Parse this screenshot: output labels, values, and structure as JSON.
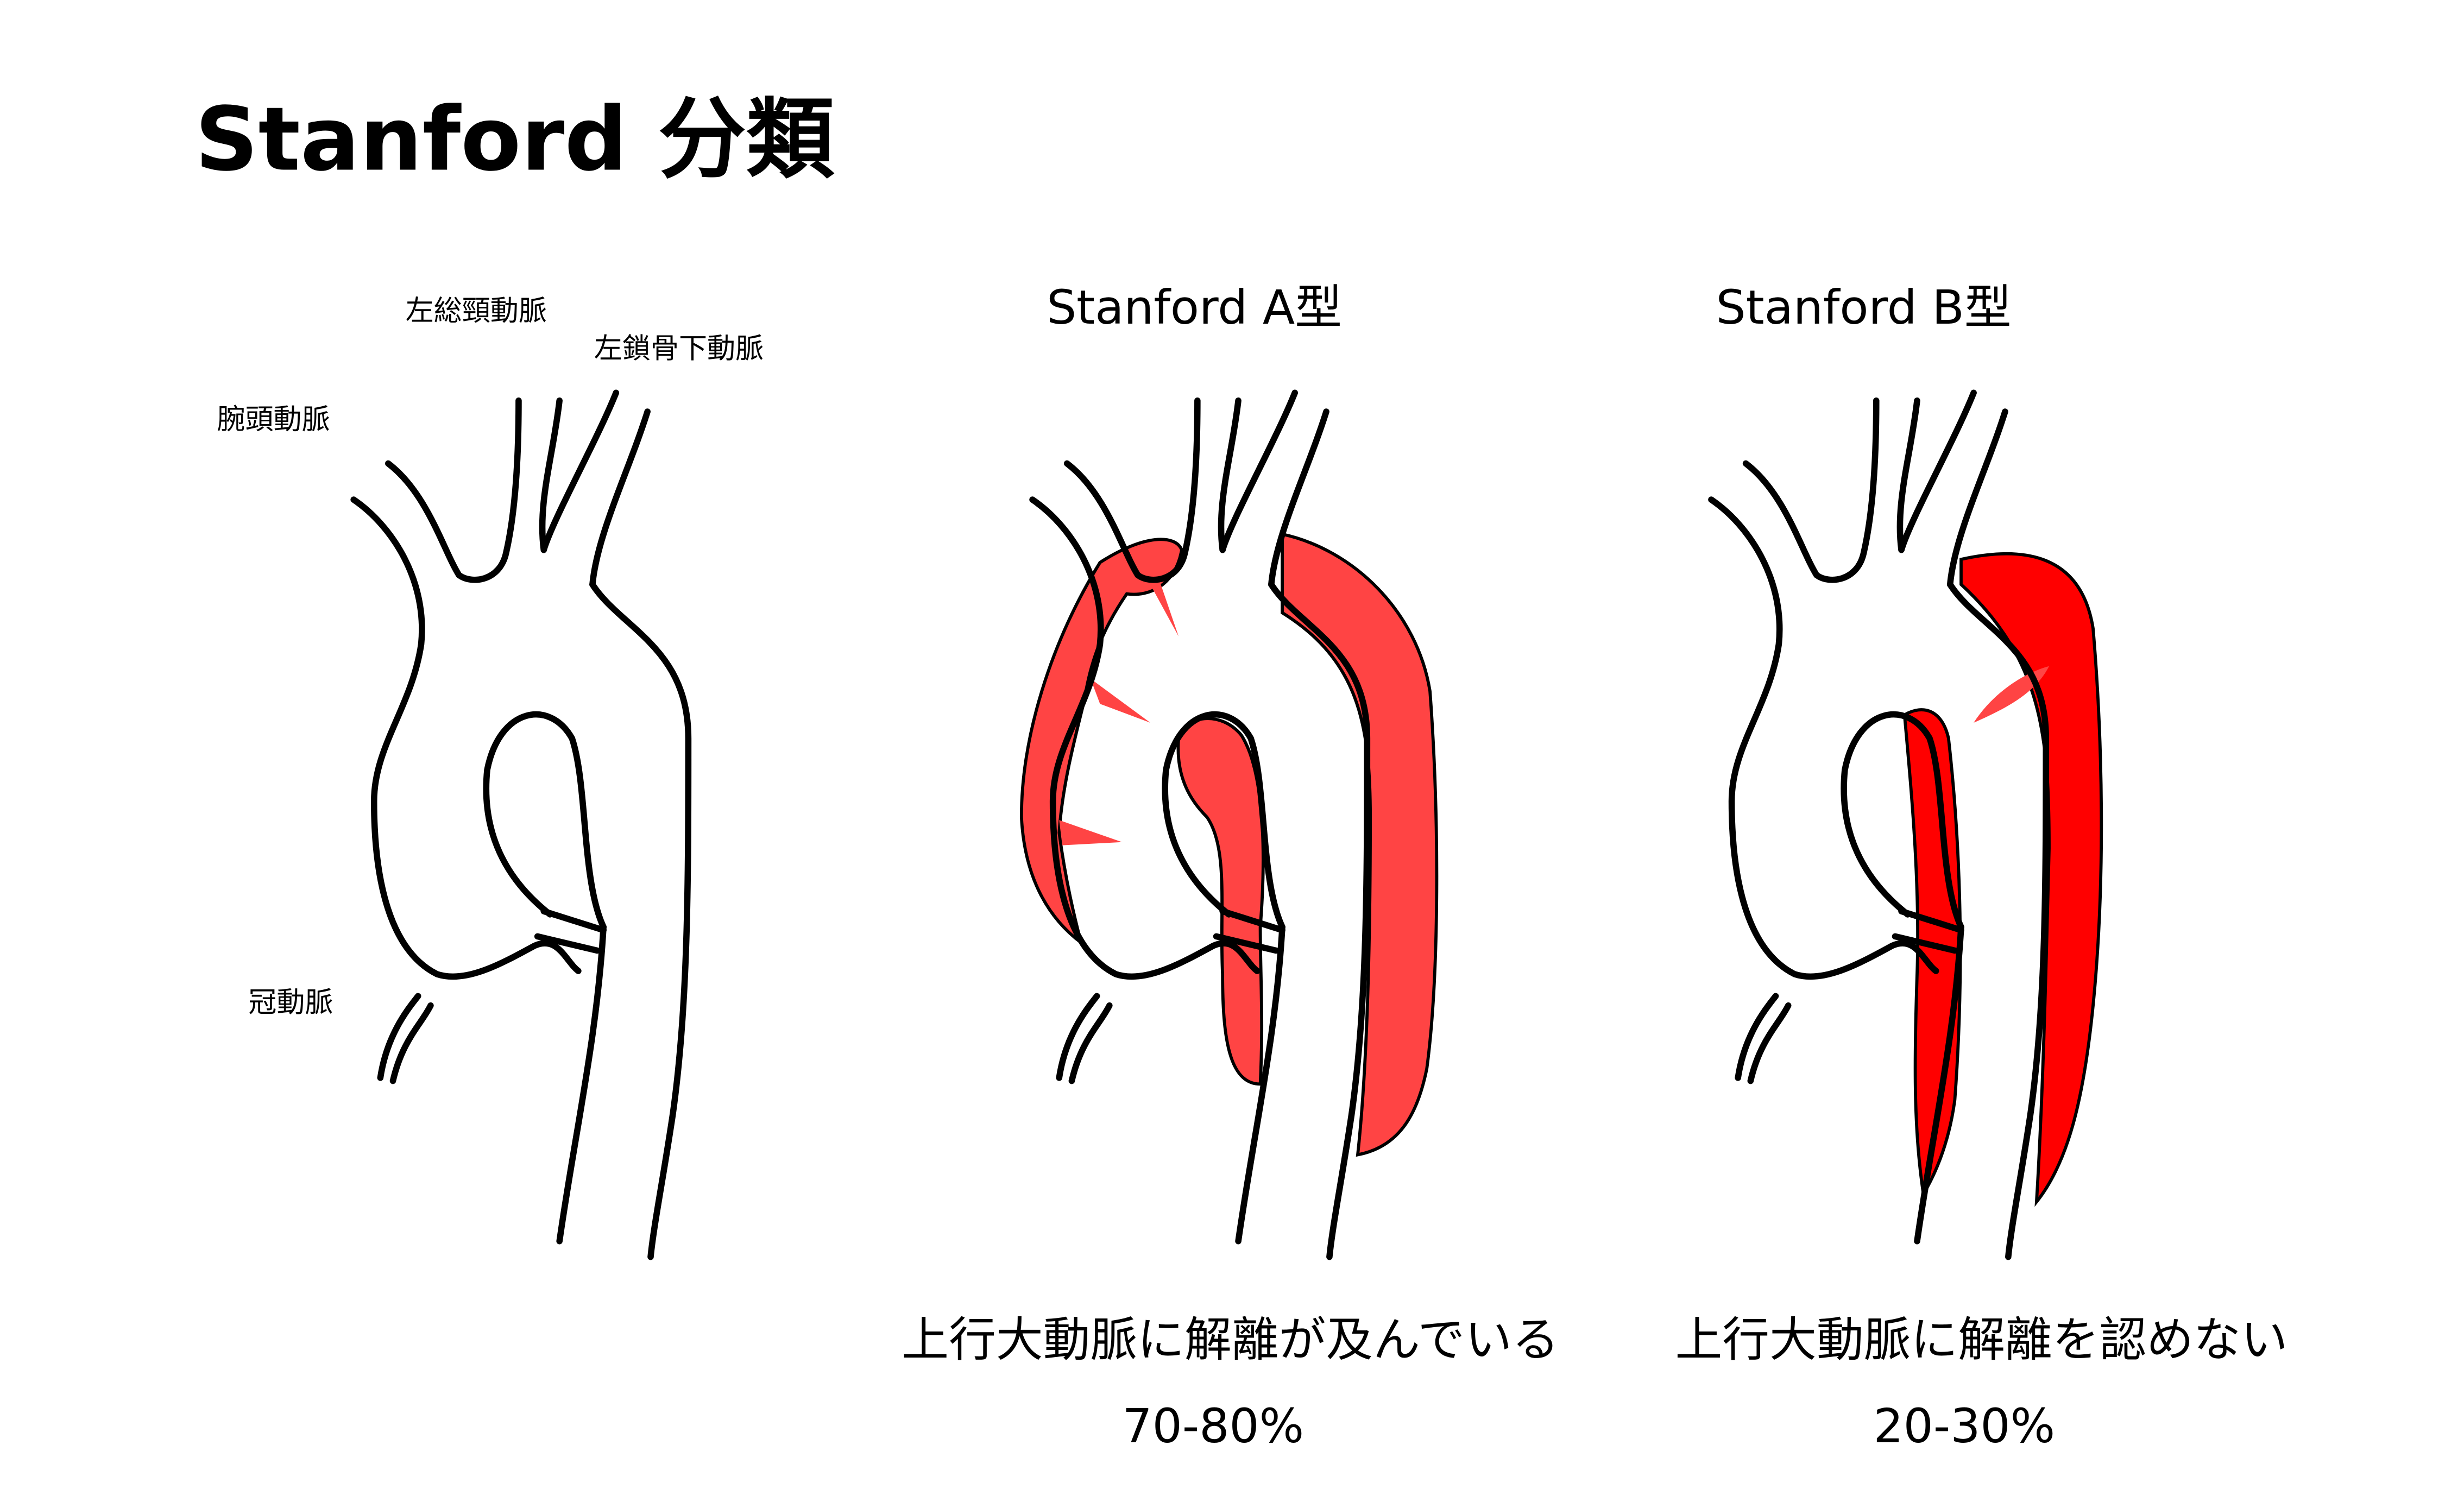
{
  "title": "Stanford 分類",
  "labels": {
    "left_common_carotid": "左総頸動脈",
    "left_subclavian": "左鎖骨下動脈",
    "brachiocephalic": "腕頭動脈",
    "coronary": "冠動脈"
  },
  "type_a": {
    "heading": "Stanford A型",
    "description": "上行大動脈に解離が及んでいる",
    "percentage": "70-80%"
  },
  "type_b": {
    "heading": "Stanford B型",
    "description": "上行大動脈に解離を認めない",
    "percentage": "20-30%"
  },
  "colors": {
    "outline": "#000000",
    "dissection_a": "#ff4444",
    "dissection_b": "#ff0000",
    "background": "#ffffff"
  }
}
